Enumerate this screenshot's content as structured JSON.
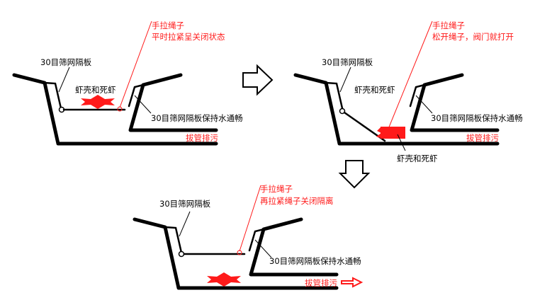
{
  "labels": {
    "screen": "30目筛网隔板",
    "screen_flow": "30目筛网隔板保持水通畅",
    "shrimp": "虾壳和死虾",
    "rope": "手拉绳子",
    "drain": "拔管排污"
  },
  "panels": [
    {
      "rope_note": "平时拉紧呈关闭状态"
    },
    {
      "rope_note": "松开绳子，阀门就打开"
    },
    {
      "rope_note": "再拉紧绳子关闭隔离"
    }
  ],
  "colors": {
    "annotation": "#ff1a1a",
    "structure": "#000000"
  }
}
